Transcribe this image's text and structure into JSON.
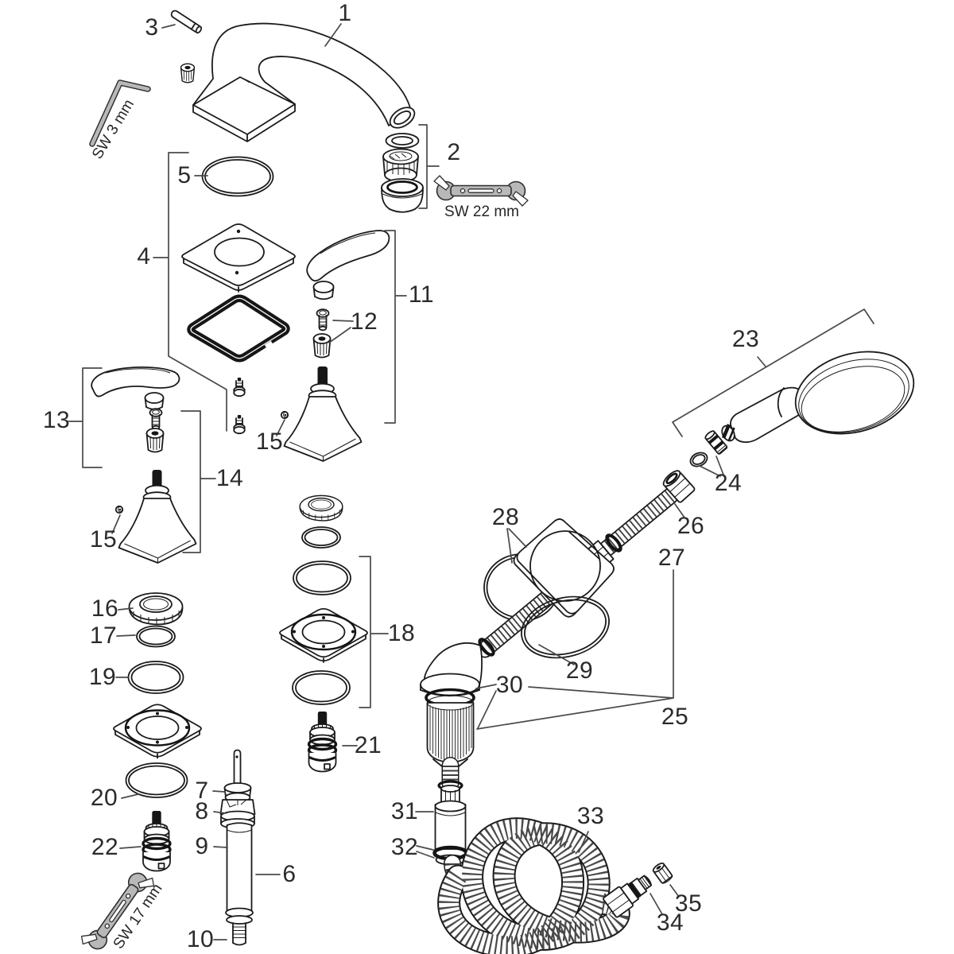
{
  "callouts": {
    "c1": {
      "label": "1"
    },
    "c2": {
      "label": "2"
    },
    "c3": {
      "label": "3"
    },
    "c4": {
      "label": "4"
    },
    "c5": {
      "label": "5"
    },
    "c6": {
      "label": "6"
    },
    "c7": {
      "label": "7"
    },
    "c8": {
      "label": "8"
    },
    "c9": {
      "label": "9"
    },
    "c10": {
      "label": "10"
    },
    "c11": {
      "label": "11"
    },
    "c12": {
      "label": "12"
    },
    "c13": {
      "label": "13"
    },
    "c14": {
      "label": "14"
    },
    "c15a": {
      "label": "15"
    },
    "c15b": {
      "label": "15"
    },
    "c16": {
      "label": "16"
    },
    "c17": {
      "label": "17"
    },
    "c18": {
      "label": "18"
    },
    "c19": {
      "label": "19"
    },
    "c20": {
      "label": "20"
    },
    "c21": {
      "label": "21"
    },
    "c22": {
      "label": "22"
    },
    "c23": {
      "label": "23"
    },
    "c24": {
      "label": "24"
    },
    "c25": {
      "label": "25"
    },
    "c26": {
      "label": "26"
    },
    "c27": {
      "label": "27"
    },
    "c28": {
      "label": "28"
    },
    "c29": {
      "label": "29"
    },
    "c30": {
      "label": "30"
    },
    "c31": {
      "label": "31"
    },
    "c32": {
      "label": "32"
    },
    "c33": {
      "label": "33"
    },
    "c34": {
      "label": "34"
    },
    "c35": {
      "label": "35"
    }
  },
  "tool_labels": {
    "hex_key": "SW 3 mm",
    "open_end_wrench_large": "SW 22 mm",
    "open_end_wrench_small": "SW 17 mm"
  },
  "colors": {
    "line": "#1b1b1b",
    "pointer": "#4a4a4a",
    "tool_fill": "#b8b8b8",
    "background": "#ffffff",
    "label_text": "#2b2b2b"
  }
}
